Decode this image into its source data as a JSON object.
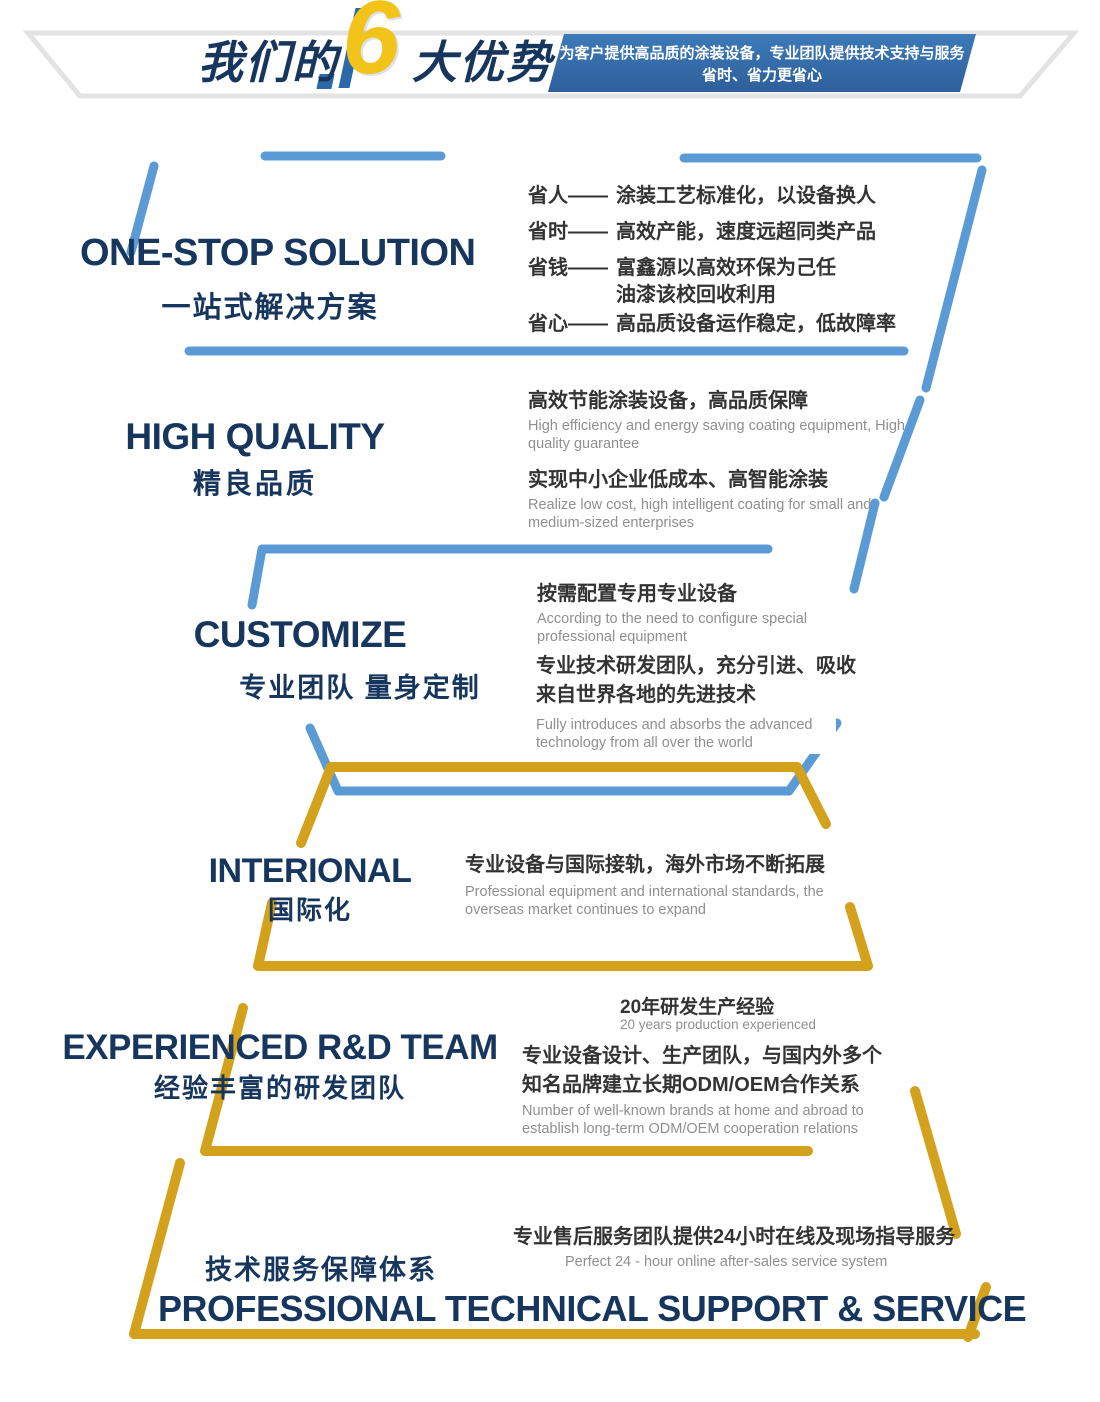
{
  "header": {
    "title_prefix": "我们的",
    "title_number": "6",
    "title_suffix": "大优势",
    "banner": {
      "line1": "为客户提供高品质的涂装设备，专业团队提供技术支持与服务",
      "line2": "省时、省力更省心"
    }
  },
  "colors": {
    "navy": "#17365d",
    "blue_line": "#5b9bd5",
    "gold_line": "#d4a11d",
    "gold_number": "#f2c318",
    "body_text": "#333333",
    "english_text": "#8f8f8f"
  },
  "sections": {
    "one_stop": {
      "title_en": "ONE-STOP SOLUTION",
      "title_cn": "一站式解决方案",
      "items": [
        {
          "label": "省人——",
          "text": "涂装工艺标准化，以设备换人"
        },
        {
          "label": "省时——",
          "text": "高效产能，速度远超同类产品"
        },
        {
          "label": "省钱——",
          "text": "富鑫源以高效环保为己任\n油漆该校回收利用"
        },
        {
          "label": "省心——",
          "text": "高品质设备运作稳定，低故障率"
        }
      ]
    },
    "high_quality": {
      "title_en": "HIGH QUALITY",
      "title_cn": "精良品质",
      "point1_cn": "高效节能涂装设备，高品质保障",
      "point1_en": "High efficiency and energy saving coating equipment, High quality guarantee",
      "point2_cn": "实现中小企业低成本、高智能涂装",
      "point2_en": "Realize low cost, high intelligent coating for small and medium-sized enterprises"
    },
    "customize": {
      "title_en": "CUSTOMIZE",
      "title_cn": "专业团队 量身定制",
      "point1_cn": "按需配置专用专业设备",
      "point1_en": "According to the need to configure special professional equipment",
      "point2_cn": "专业技术研发团队，充分引进、吸收\n来自世界各地的先进技术",
      "point2_en": "Fully introduces and absorbs the advanced technology from all over the world"
    },
    "international": {
      "title_en": "INTERIONAL",
      "title_cn": "国际化",
      "point1_cn": "专业设备与国际接轨，海外市场不断拓展",
      "point1_en": "Professional equipment and international standards, the overseas market continues to expand"
    },
    "rd_team": {
      "title_en": "EXPERIENCED R&D TEAM",
      "title_cn": "经验丰富的研发团队",
      "point1_cn": "20年研发生产经验",
      "point1_en": "20 years production experienced",
      "point2_cn": "专业设备设计、生产团队，与国内外多个\n知名品牌建立长期ODM/OEM合作关系",
      "point2_en": "Number of well-known brands at home and abroad to establish long-term ODM/OEM cooperation relations"
    },
    "support": {
      "title_cn": "技术服务保障体系",
      "title_en": "PROFESSIONAL TECHNICAL SUPPORT & SERVICE",
      "point1_cn": "专业售后服务团队提供24小时在线及现场指导服务",
      "point1_en": "Perfect 24 - hour online after-sales service system"
    }
  }
}
